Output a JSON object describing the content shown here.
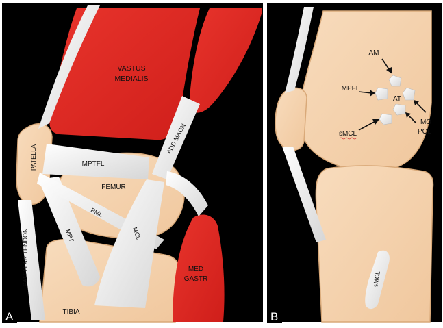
{
  "panels": [
    {
      "letter": "A"
    },
    {
      "letter": "B"
    }
  ],
  "panel_a": {
    "vastus_medialis": [
      "VASTUS",
      "MEDIALIS"
    ],
    "add_magn": "ADD MAGN",
    "patella": "PATELLA",
    "mptfl": "MPTFL",
    "femur": "FEMUR",
    "pml": "PML",
    "mpt": "MPT",
    "mcl": "MCL",
    "patellar_tendon": "PATELLAR TENDON",
    "med_gastr": [
      "MED",
      "GASTR"
    ],
    "tibia": "TIBIA"
  },
  "panel_b": {
    "am": "AM",
    "mpfl": "MPFL",
    "at": "AT",
    "mg": "MG",
    "pol": "POL",
    "smcl": "sMCL",
    "smcl_tibia": "sMCL"
  },
  "colors": {
    "bone": "#f6d4b0",
    "muscle": "#e02a24",
    "ligament": "#f2f2f2",
    "background": "#000000"
  }
}
